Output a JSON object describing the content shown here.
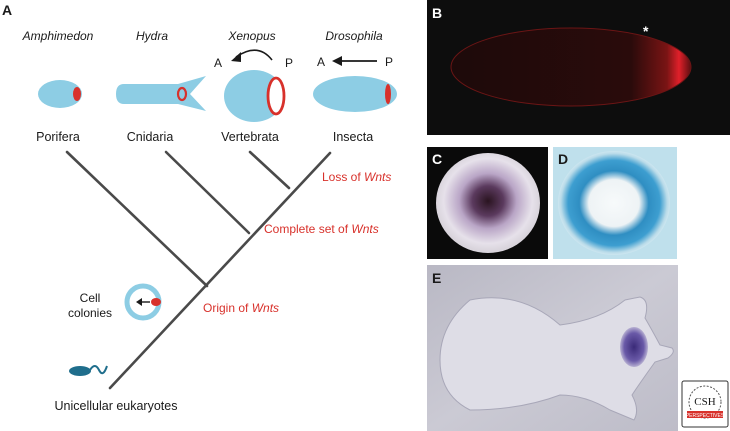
{
  "figure": {
    "panel_a": {
      "letter": "A",
      "species": [
        "Amphimedon",
        "Hydra",
        "Xenopus",
        "Drosophila"
      ],
      "taxa": [
        "Porifera",
        "Cnidaria",
        "Vertebrata",
        "Insecta"
      ],
      "axis_xenopus": {
        "left": "A",
        "right": "P"
      },
      "axis_drosophila": {
        "left": "A",
        "right": "P"
      },
      "events": {
        "loss": {
          "prefix": "Loss of ",
          "italic": "Wnts"
        },
        "complete": {
          "prefix": "Complete set of ",
          "italic": "Wnts"
        },
        "origin": {
          "prefix": "Origin of ",
          "italic": "Wnts"
        }
      },
      "cell_colonies_line1": "Cell",
      "cell_colonies_line2": "colonies",
      "unicellular": "Unicellular eukaryotes"
    },
    "panel_b": {
      "letter": "B",
      "asterisk": "*"
    },
    "panel_c": {
      "letter": "C"
    },
    "panel_d": {
      "letter": "D"
    },
    "panel_e": {
      "letter": "E"
    },
    "logo": {
      "text": "CSH",
      "subtext": "PERSPECTIVES"
    }
  },
  "colors": {
    "cell_blue": "#8dcde4",
    "marker_red": "#d8312b",
    "tree_gray": "#4a4a4a",
    "event_red": "#d8312b"
  }
}
